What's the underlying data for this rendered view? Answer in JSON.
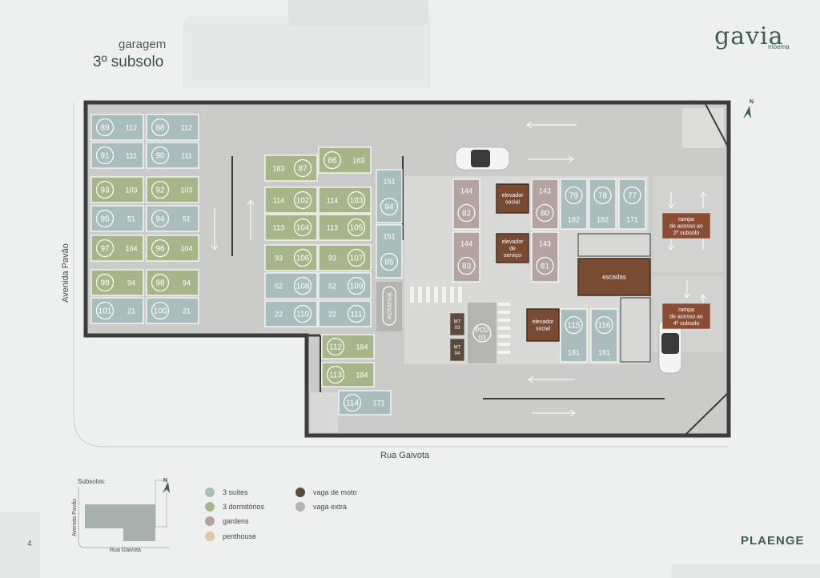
{
  "header": {
    "subtitle": "garagem",
    "title": "3º subsolo"
  },
  "logo": {
    "name": "gavia",
    "sub": "moema"
  },
  "brand": "PLAENGE",
  "page_number": "4",
  "streets": {
    "left": "Avenida Pavão",
    "bottom": "Rua Gaivota"
  },
  "compass": "N",
  "colors": {
    "suites": "#a8bdbc",
    "dorm": "#a7b688",
    "gardens": "#b3a3a1",
    "penthouse": "#e6c5a6",
    "moto": "#5c4b3b",
    "extra": "#b4b4b2",
    "core": "#7a4b33",
    "floor": "#cbcbca",
    "road": "#e5e5e4"
  },
  "labels": {
    "elev_social": [
      "elevador",
      "social"
    ],
    "elev_servico": [
      "elevador",
      "de",
      "serviço"
    ],
    "escadas": "escadas",
    "rampa2": [
      "rampa",
      "de acesso ao",
      "2º subsolo"
    ],
    "rampa4": [
      "rampa",
      "de acesso ao",
      "4º subsolo"
    ],
    "rotativa": "ROTATIVA",
    "pcd": [
      "PCD",
      "03"
    ],
    "mt03": [
      "MT",
      "03"
    ],
    "mt04": [
      "MT",
      "04"
    ]
  },
  "spaces": [
    {
      "n": "89",
      "a": "112",
      "t": "s"
    },
    {
      "n": "88",
      "a": "112",
      "t": "s"
    },
    {
      "n": "91",
      "a": "111",
      "t": "s"
    },
    {
      "n": "90",
      "a": "111",
      "t": "s"
    },
    {
      "n": "93",
      "a": "103",
      "t": "d"
    },
    {
      "n": "92",
      "a": "103",
      "t": "d"
    },
    {
      "n": "95",
      "a": "51",
      "t": "s"
    },
    {
      "n": "94",
      "a": "51",
      "t": "s"
    },
    {
      "n": "97",
      "a": "104",
      "t": "d"
    },
    {
      "n": "96",
      "a": "104",
      "t": "d"
    },
    {
      "n": "99",
      "a": "94",
      "t": "d"
    },
    {
      "n": "98",
      "a": "94",
      "t": "d"
    },
    {
      "n": "101",
      "a": "21",
      "t": "s"
    },
    {
      "n": "100",
      "a": "21",
      "t": "s"
    },
    {
      "n": "87",
      "a": "183",
      "t": "d"
    },
    {
      "n": "86",
      "a": "183",
      "t": "d"
    },
    {
      "n": "102",
      "a": "114",
      "t": "d"
    },
    {
      "n": "103",
      "a": "114",
      "t": "d"
    },
    {
      "n": "104",
      "a": "113",
      "t": "d"
    },
    {
      "n": "105",
      "a": "113",
      "t": "d"
    },
    {
      "n": "106",
      "a": "93",
      "t": "d"
    },
    {
      "n": "107",
      "a": "93",
      "t": "d"
    },
    {
      "n": "108",
      "a": "52",
      "t": "s"
    },
    {
      "n": "109",
      "a": "52",
      "t": "s"
    },
    {
      "n": "110",
      "a": "22",
      "t": "s"
    },
    {
      "n": "111",
      "a": "22",
      "t": "s"
    },
    {
      "n": "84",
      "a": "151",
      "t": "s"
    },
    {
      "n": "85",
      "a": "151",
      "t": "s"
    },
    {
      "n": "112",
      "a": "184",
      "t": "d"
    },
    {
      "n": "113",
      "a": "184",
      "t": "d"
    },
    {
      "n": "114",
      "a": "171",
      "t": "s"
    },
    {
      "n": "82",
      "a": "144",
      "t": "g"
    },
    {
      "n": "83",
      "a": "144",
      "t": "g"
    },
    {
      "n": "80",
      "a": "143",
      "t": "g"
    },
    {
      "n": "81",
      "a": "143",
      "t": "g"
    },
    {
      "n": "79",
      "a": "182",
      "t": "s"
    },
    {
      "n": "78",
      "a": "182",
      "t": "s"
    },
    {
      "n": "77",
      "a": "171",
      "t": "s"
    },
    {
      "n": "115",
      "a": "181",
      "t": "s"
    },
    {
      "n": "116",
      "a": "181",
      "t": "s"
    }
  ],
  "legend": [
    {
      "label": "3 suítes",
      "color": "#a8bdbc"
    },
    {
      "label": "3 dormitórios",
      "color": "#a7b688"
    },
    {
      "label": "gardens",
      "color": "#b3a3a1"
    },
    {
      "label": "penthouse",
      "color": "#e6c5a6"
    },
    {
      "label": "vaga de moto",
      "color": "#5c4b3b"
    },
    {
      "label": "vaga extra",
      "color": "#b4b4b2"
    }
  ],
  "minimap": {
    "title": "Subsolos:",
    "left": "Avenida Pavão",
    "bottom": "Rua Gaivota",
    "compass": "N"
  }
}
